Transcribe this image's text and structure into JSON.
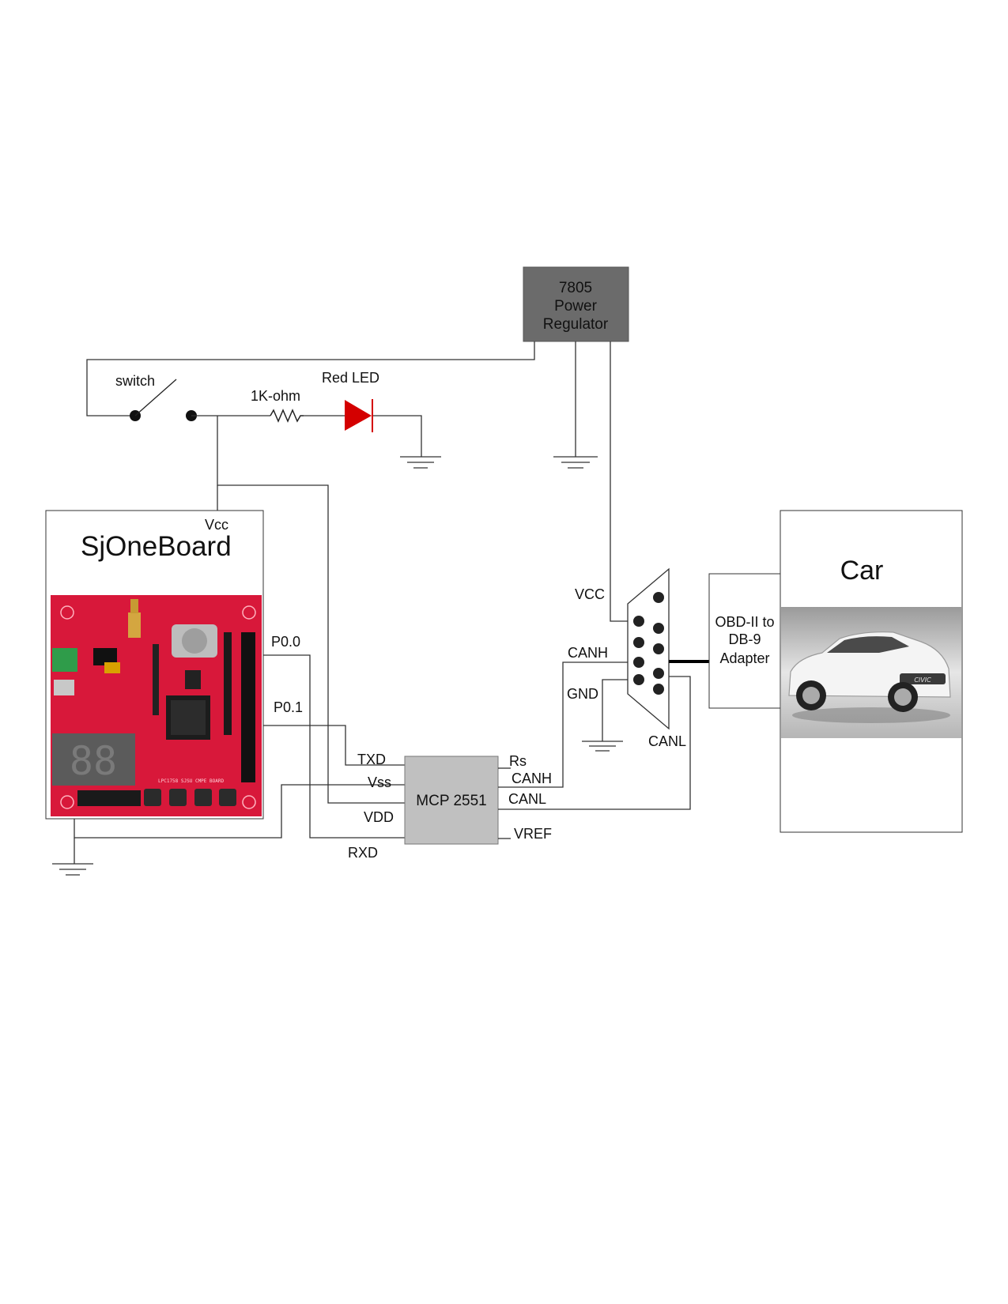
{
  "regulator": {
    "line1": "7805",
    "line2": "Power",
    "line3": "Regulator",
    "color": "#6b6b6b"
  },
  "switch": {
    "label": "switch"
  },
  "resistor": {
    "label": "1K-ohm"
  },
  "led": {
    "label": "Red LED",
    "color": "#d40000"
  },
  "sjone": {
    "title": "SjOneBoard",
    "vcc": "Vcc",
    "p00": "P0.0",
    "p01": "P0.1",
    "board_color": "#d8183a",
    "board_text": "LPC1758 SJSU CMPE BOARD"
  },
  "mcp": {
    "label": "MCP 2551",
    "color": "#c0c0c0",
    "pins": {
      "txd": "TXD",
      "vss": "Vss",
      "vdd": "VDD",
      "rxd": "RXD",
      "rs": "Rs",
      "canh": "CANH",
      "canl": "CANL",
      "vref": "VREF"
    }
  },
  "db9": {
    "vcc": "VCC",
    "canh": "CANH",
    "gnd": "GND",
    "canl": "CANL"
  },
  "adapter": {
    "line1": "OBD-II to",
    "line2": "DB-9",
    "line3": "Adapter"
  },
  "car": {
    "title": "Car",
    "badge": "CIVIC"
  }
}
